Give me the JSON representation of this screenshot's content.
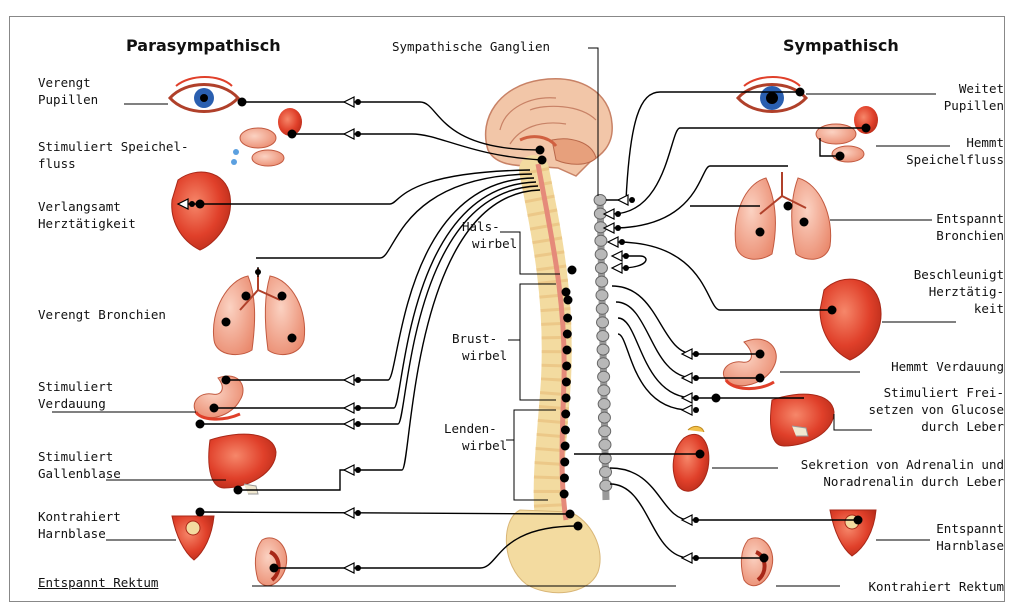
{
  "headings": {
    "left": "Parasympathisch",
    "center": "Sympathische Ganglien",
    "right": "Sympathisch"
  },
  "left_labels": {
    "pupils": [
      "Verengt",
      "Pupillen"
    ],
    "saliva": [
      "Stimuliert Speichel-",
      "fluss"
    ],
    "heart": [
      "Verlangsamt",
      "Herztätigkeit"
    ],
    "bronchi": [
      "Verengt Bronchien"
    ],
    "digestion": [
      "Stimuliert",
      "Verdauung"
    ],
    "gallbladder": [
      "Stimuliert",
      "Gallenblase"
    ],
    "bladder": [
      "Kontrahiert",
      "Harnblase"
    ],
    "rectum": [
      "Entspannt Rektum"
    ]
  },
  "spine_labels": {
    "cervical": [
      "Hals-",
      "wirbel"
    ],
    "thoracic": [
      "Brust-",
      "wirbel"
    ],
    "lumbar": [
      "Lenden-",
      "wirbel"
    ]
  },
  "right_labels": {
    "pupils": [
      "Weitet",
      "Pupillen"
    ],
    "saliva": [
      "Hemmt",
      "Speichelfluss"
    ],
    "bronchi": [
      "Entspannt",
      "Bronchien"
    ],
    "heart": [
      "Beschleunigt",
      "Herztätig-",
      "keit"
    ],
    "digestion": [
      "Hemmt Verdauung"
    ],
    "glucose": [
      "Stimuliert Frei-",
      "setzen von Glucose",
      "durch Leber"
    ],
    "adrenalin": [
      "Sekretion von Adrenalin und",
      "Noradrenalin durch Leber"
    ],
    "bladder": [
      "Entspannt",
      "Harnblase"
    ],
    "rectum": [
      "Kontrahiert Rektum"
    ]
  },
  "colors": {
    "organ_red": "#e0402a",
    "organ_pink": "#f2a08a",
    "bone": "#f3dba0",
    "ganglia": "#a9a9a9",
    "nerve": "#000000"
  }
}
